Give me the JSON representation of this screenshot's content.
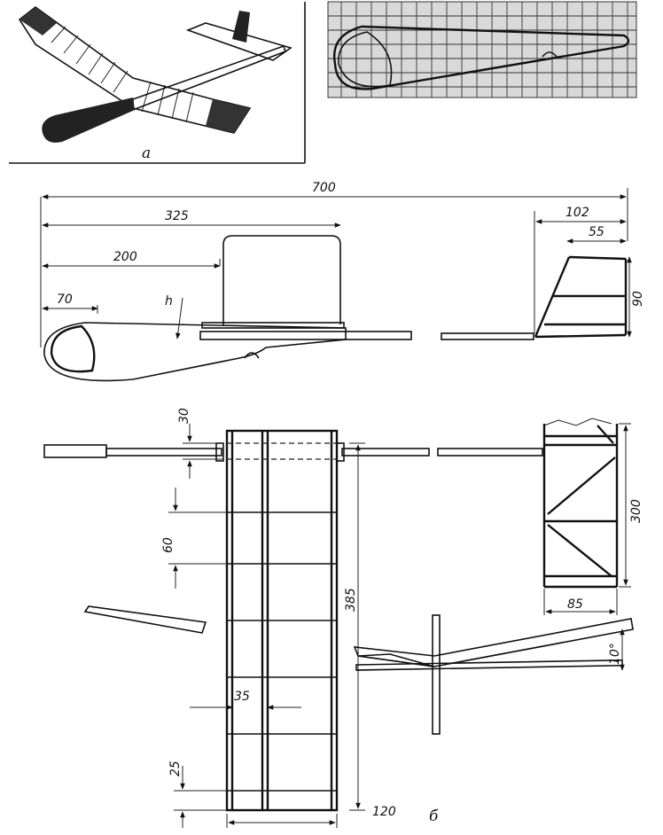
{
  "panel_labels": {
    "a": "а",
    "b": "б"
  },
  "dimensions": {
    "total_length": "700",
    "wing_position": "325",
    "wing_leading_edge": "200",
    "nose_section": "70",
    "nose_height_mark": "h",
    "tail_length": "102",
    "fin_top_length": "55",
    "fin_height": "90",
    "wing_thickness_strip": "30",
    "rib_spacing": "60",
    "wing_span": "385",
    "spar_width": "35",
    "end_rib_spacing": "25",
    "wing_chord": "120",
    "stabilizer_span": "300",
    "stabilizer_chord": "85",
    "dihedral_angle": "10°"
  }
}
